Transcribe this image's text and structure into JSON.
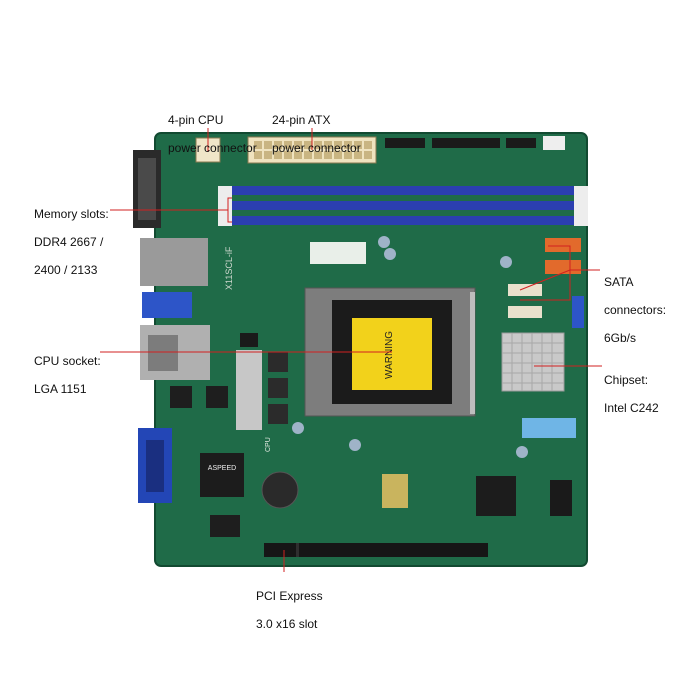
{
  "labels": {
    "cpu_power": [
      "4-pin CPU",
      "power connector"
    ],
    "atx_power": [
      "24-pin ATX",
      "power connector"
    ],
    "memory": [
      "Memory slots:",
      "DDR4 2667 /",
      "2400 / 2133"
    ],
    "sata": [
      "SATA",
      "connectors:",
      "6Gb/s"
    ],
    "cpu_socket": [
      "CPU socket:",
      "LGA 1151"
    ],
    "chipset": [
      "Chipset:",
      "Intel C242"
    ],
    "pcie": [
      "PCI Express",
      "3.0 x16 slot"
    ]
  },
  "board": {
    "model_text": "X11SCL-iF",
    "bmc_text": "ASPEED",
    "warning_text": "WARNING",
    "cpu_text": "CPU"
  },
  "colors": {
    "pcb": "#1f6b48",
    "dimm_slot": "#2b3fb0",
    "sata_port": "#e26a2c",
    "heatsink": "#c9c9c9",
    "socket_label": "#f2d21b",
    "leader_line": "#d22020"
  }
}
